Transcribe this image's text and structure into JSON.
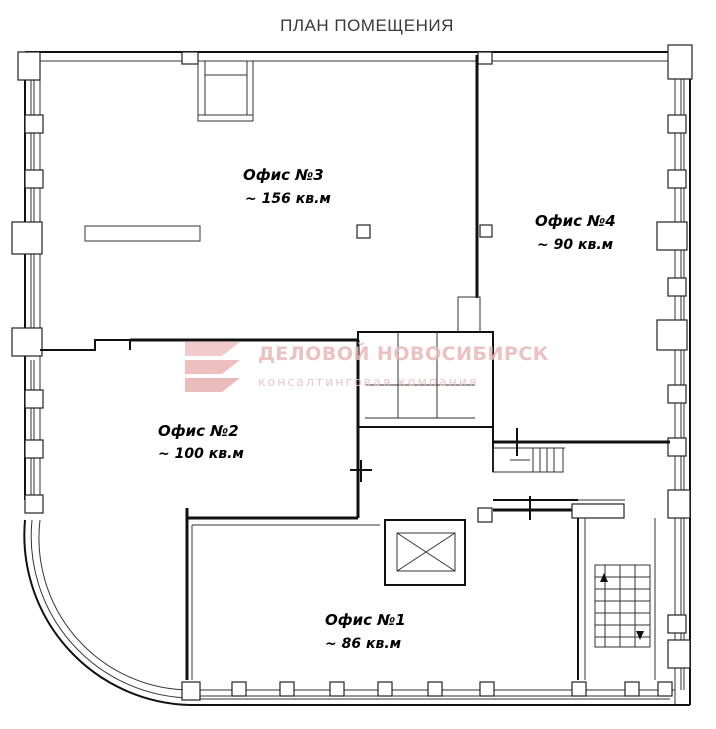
{
  "plan": {
    "title": "ПЛАН ПОМЕЩЕНИЯ",
    "rooms": [
      {
        "name": "Офис №3",
        "area": "~ 156 кв.м"
      },
      {
        "name": "Офис №4",
        "area": "~ 90 кв.м"
      },
      {
        "name": "Офис №2",
        "area": "~ 100 кв.м"
      },
      {
        "name": "Офис №1",
        "area": "~ 86 кв.м"
      }
    ]
  },
  "watermark": {
    "line1": "ДЕЛОВОЙ НОВОСИБИРСК",
    "line2": "консалтинговая компания",
    "color": "#e8b7b7"
  }
}
